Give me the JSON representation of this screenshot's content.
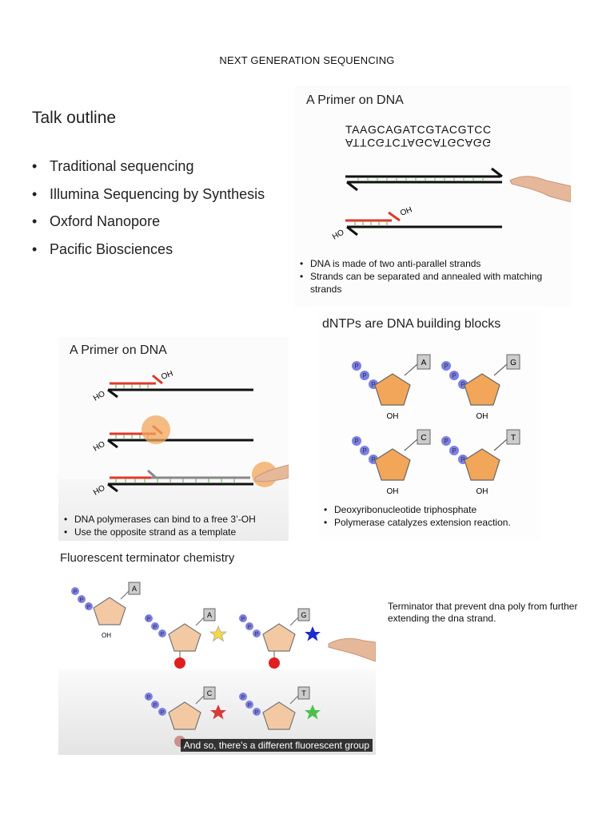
{
  "document": {
    "title": "NEXT GENERATION SEQUENCING"
  },
  "outline": {
    "heading": "Talk outline",
    "items": [
      "Traditional sequencing",
      "Illumina Sequencing by Synthesis",
      "Oxford Nanopore",
      "Pacific Biosciences"
    ]
  },
  "primer1": {
    "heading": "A Primer on DNA",
    "sequence_top": "TAAGCAGATCGTACGTCC",
    "sequence_bottom": "ATTCGTCTAGCATGCAGG",
    "oh_label": "OH",
    "ho_label": "HO",
    "bullets": [
      "DNA is made of two anti-parallel strands",
      "Strands can be separated and annealed with matching strands"
    ]
  },
  "primer2": {
    "heading": "A Primer on DNA",
    "oh_label": "OH",
    "ho_label": "HO",
    "bullets": [
      "DNA polymerases can bind to a free 3’-OH",
      "Use the opposite strand as a template"
    ]
  },
  "dntp": {
    "heading": "dNTPs are DNA building blocks",
    "phosphate_label": "P",
    "oh_label": "OH",
    "bases": [
      "A",
      "G",
      "C",
      "T"
    ],
    "bullets": [
      "Deoxyribonucleotide triphosphate",
      "Polymerase catalyzes extension reaction."
    ]
  },
  "fluor": {
    "heading": "Fluorescent terminator chemistry",
    "phosphate_label": "P",
    "oh_label": "OH",
    "bases": [
      "A",
      "A",
      "G",
      "C",
      "T"
    ],
    "caption": "And so, there's a different fluorescent group"
  },
  "side_note": "Terminator that prevent dna poly from further extending the dna strand.",
  "colors": {
    "primer_red": "#e0382b",
    "sugar_orange": "#f2a65a",
    "sugar_pale": "#f3c9a4",
    "phosphate_blue": "#7b7fe6",
    "star_yellow": "#f2d84a",
    "star_blue": "#1d2ccc",
    "star_red": "#d63a3a",
    "star_green": "#49c24d",
    "terminator_red": "#e02020"
  }
}
